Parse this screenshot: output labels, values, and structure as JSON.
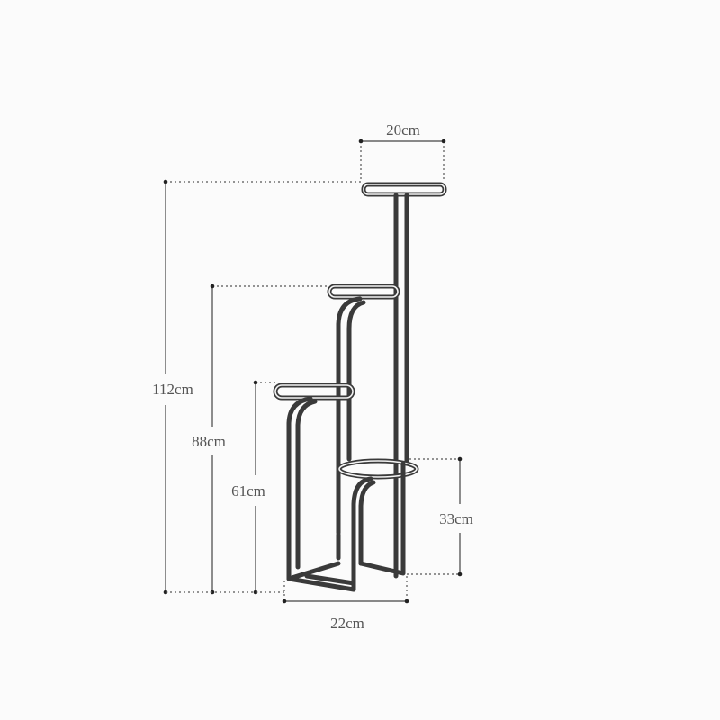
{
  "dimensions": {
    "top_width": "20cm",
    "total_height": "112cm",
    "second_shelf_height": "88cm",
    "third_shelf_height": "61cm",
    "lowest_shelf_height": "33cm",
    "base_width": "22cm"
  },
  "colors": {
    "line": "#3a3a3a",
    "background": "#fbfbfb"
  }
}
